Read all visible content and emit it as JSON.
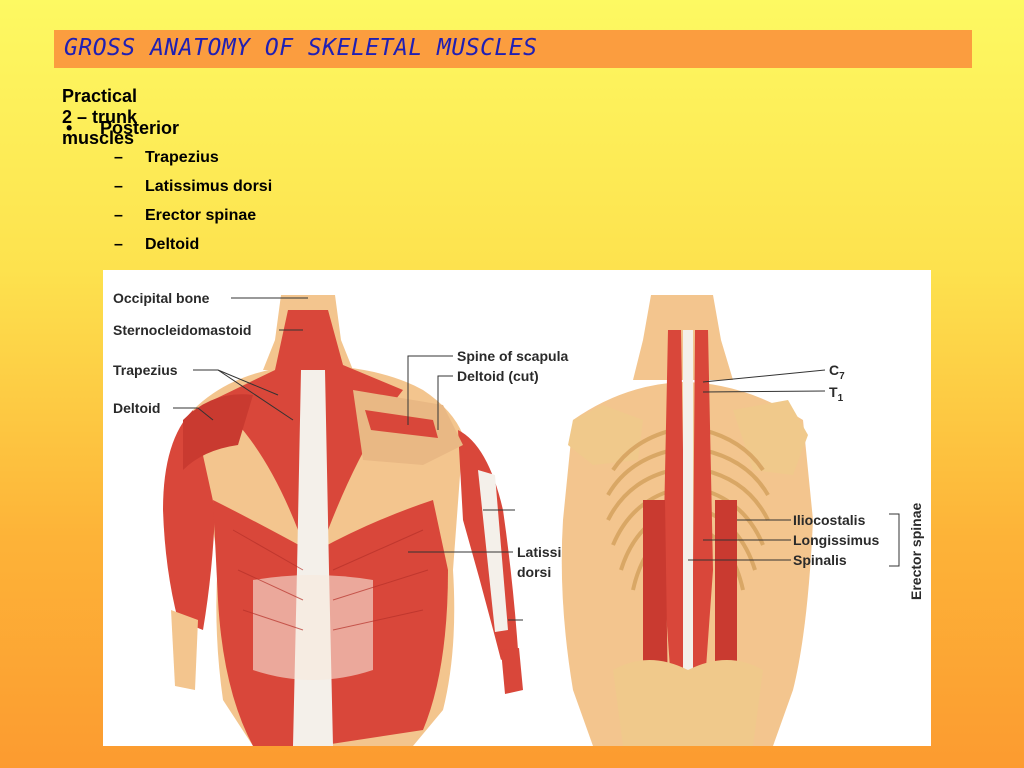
{
  "slide": {
    "title": "GROSS ANATOMY OF SKELETAL MUSCLES",
    "subtitle": "Practical 2 – trunk muscles",
    "bullet": {
      "marker": "•",
      "label": "Posterior"
    },
    "sub_marker": "–",
    "sub_items": [
      "Trapezius",
      "Latissimus dorsi",
      "Erector spinae",
      "Deltoid"
    ]
  },
  "figure": {
    "left_labels": {
      "occipital": "Occipital bone",
      "scm": "Sternocleidomastoid",
      "trapezius": "Trapezius",
      "deltoid": "Deltoid",
      "spine_scapula": "Spine of scapula",
      "deltoid_cut": "Deltoid (cut)",
      "lat_line1": "Latissimus",
      "lat_line2": "dorsi"
    },
    "right_labels": {
      "c7_letter": "C",
      "c7_sub": "7",
      "t1_letter": "T",
      "t1_sub": "1",
      "iliocostalis": "Iliocostalis",
      "longissimus": "Longissimus",
      "spinalis": "Spinalis",
      "group": "Erector spinae"
    }
  },
  "colors": {
    "title_bar": "#fb9d3f",
    "title_text": "#1f1fb4",
    "muscle": "#d9473a",
    "bone": "#f0c98b",
    "skin": "#f3c58e"
  }
}
